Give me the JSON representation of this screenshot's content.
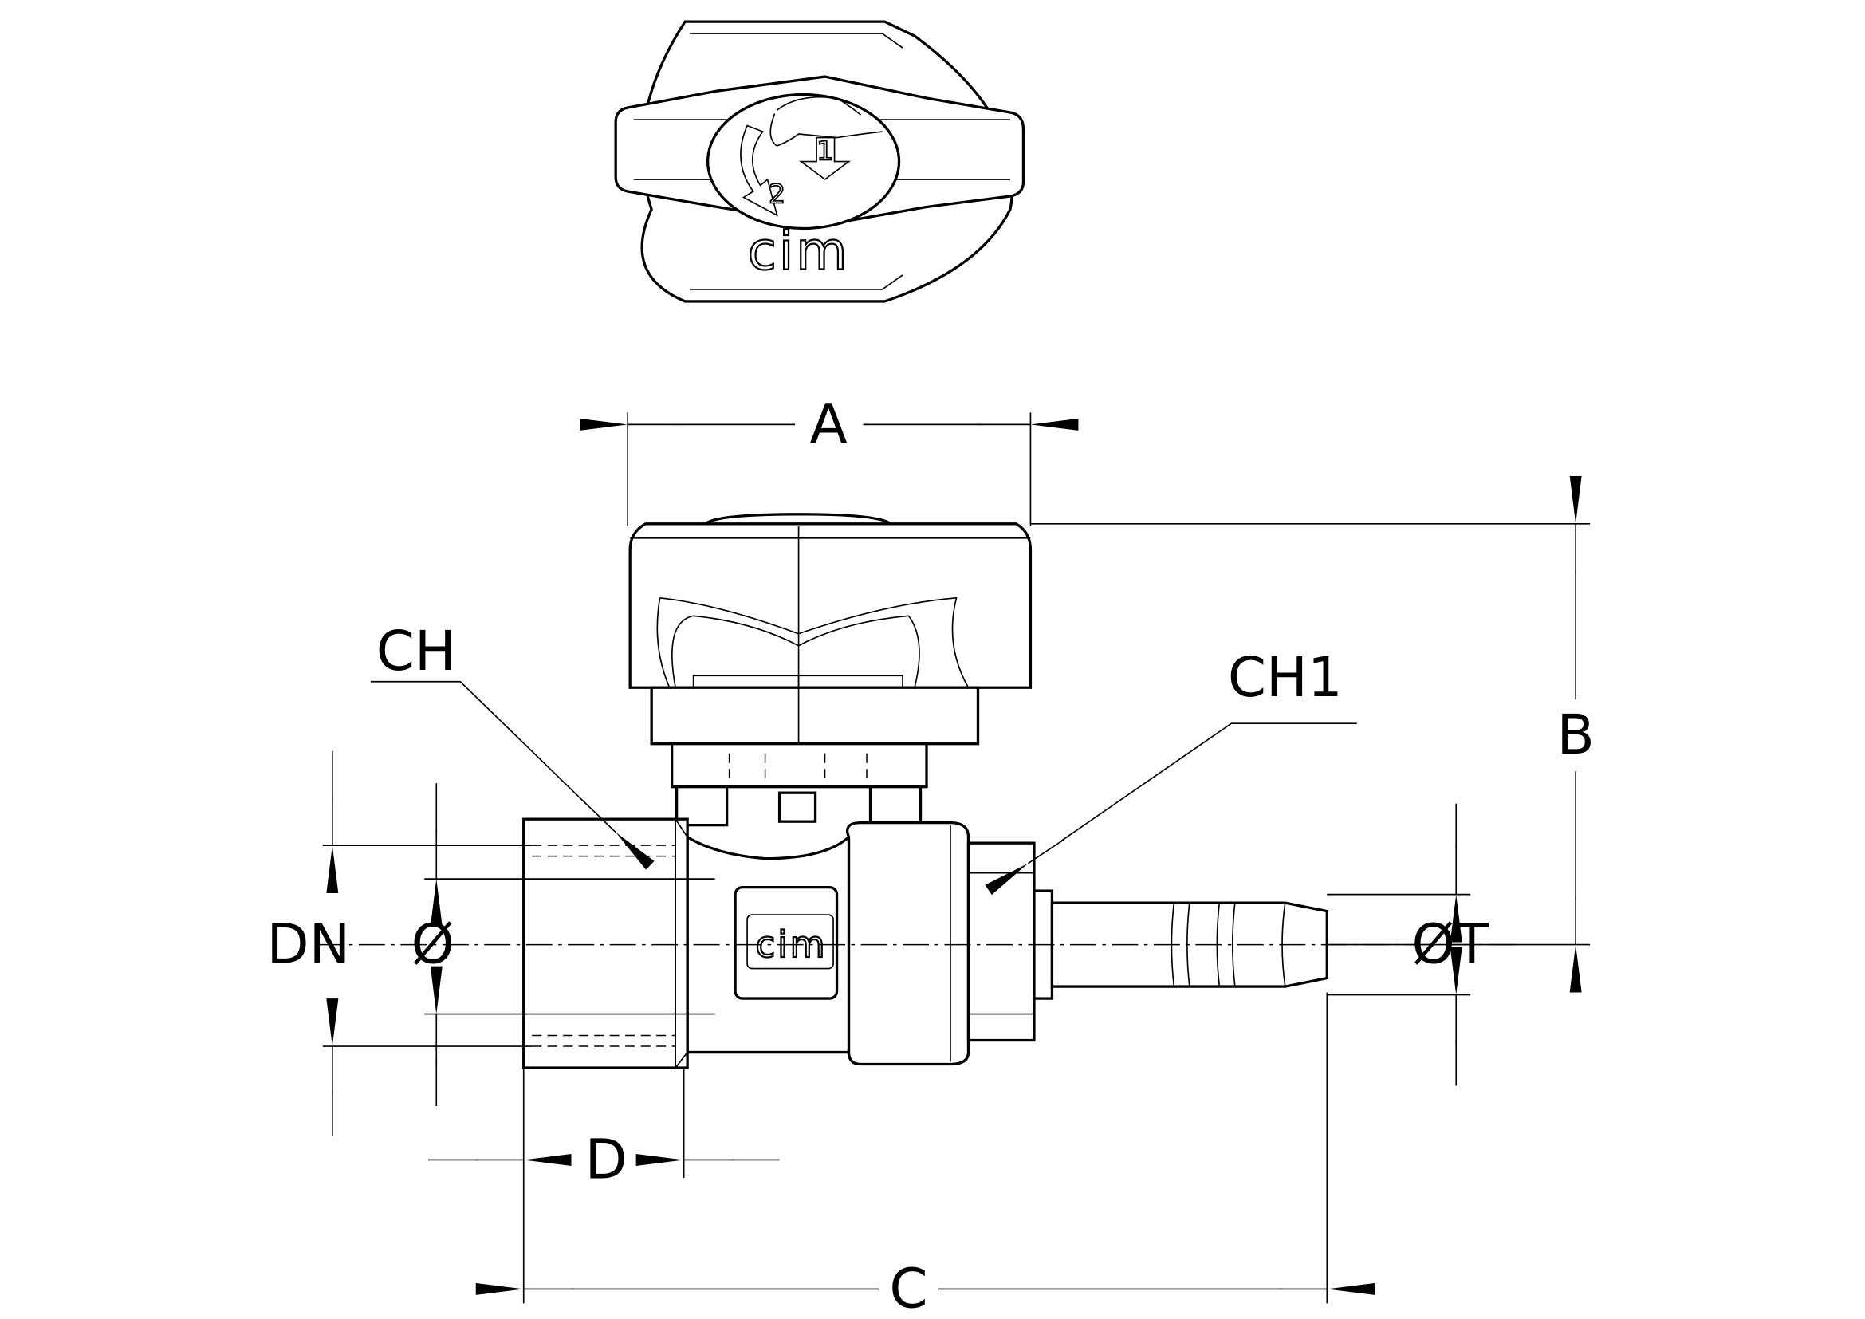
{
  "top_view": {
    "logo": "cim",
    "step_1": "1",
    "step_2": "2"
  },
  "side_view": {
    "body_logo": "cim"
  },
  "dimensions": {
    "A": "A",
    "B": "B",
    "C": "C",
    "D": "D",
    "CH": "CH",
    "CH1": "CH1",
    "DN": "DN",
    "phi": "Ø",
    "phiT": "ØT"
  }
}
